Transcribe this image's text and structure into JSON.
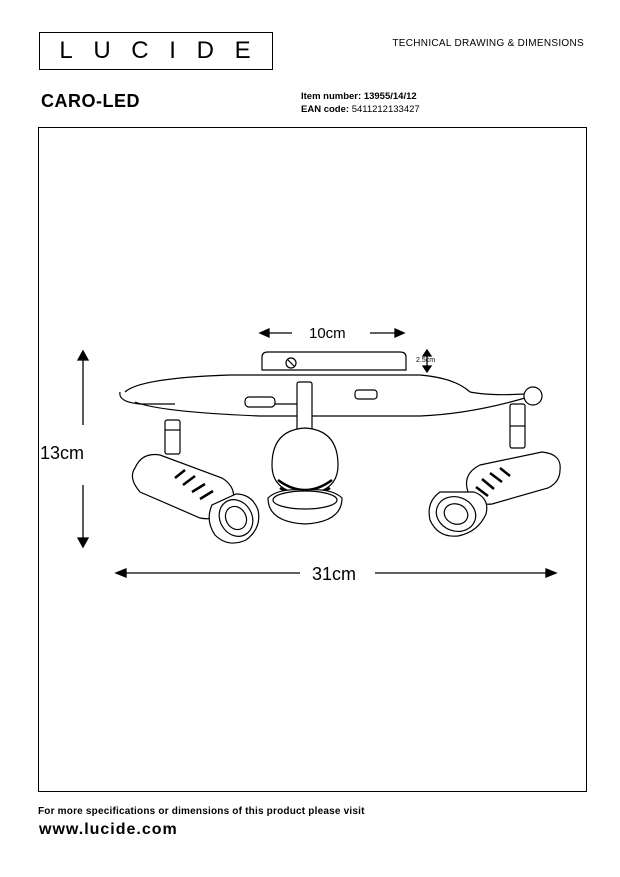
{
  "brand": {
    "letters": [
      "L",
      "U",
      "C",
      "I",
      "D",
      "E"
    ]
  },
  "header": {
    "doc_type": "TECHNICAL DRAWING & DIMENSIONS",
    "product_name": "CARO-LED",
    "item_number_label": "Item number:",
    "item_number": "13955/14/12",
    "ean_label": "EAN code:",
    "ean": "5411212133427"
  },
  "dimensions": {
    "base_width": "10cm",
    "base_depth": "2.5cm",
    "height": "13cm",
    "total_width": "31cm"
  },
  "footer": {
    "note": "For more specifications or dimensions of this product please visit",
    "url": "www.lucide.com"
  }
}
